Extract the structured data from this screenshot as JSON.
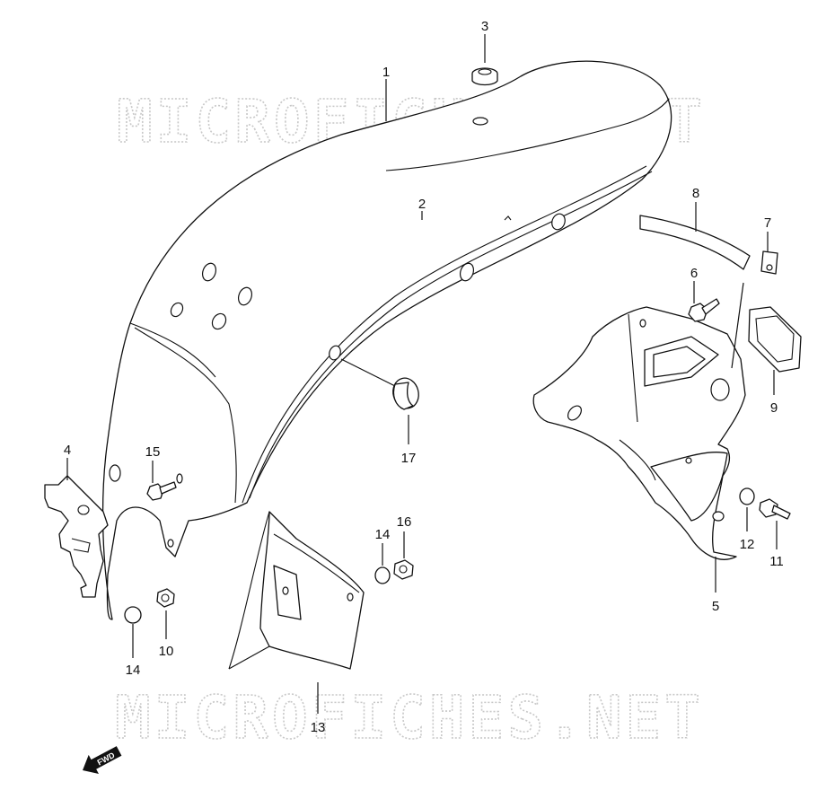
{
  "watermark": "MICROFICHES.NET",
  "fwd_label": "FWD",
  "callouts": {
    "c1": "1",
    "c2": "2",
    "c3": "3",
    "c4": "4",
    "c5": "5",
    "c6": "6",
    "c7": "7",
    "c8": "8",
    "c9": "9",
    "c10": "10",
    "c11": "11",
    "c12": "12",
    "c13": "13",
    "c14a": "14",
    "c14b": "14",
    "c15": "15",
    "c16": "16",
    "c17": "17"
  }
}
